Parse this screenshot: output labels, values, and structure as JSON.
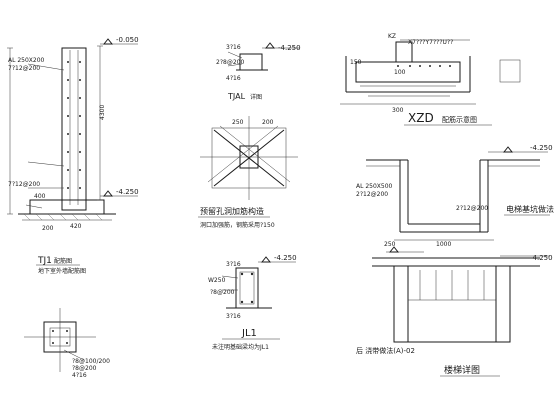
{
  "sheet": {
    "tj1": {
      "top_elev": "-0.050",
      "bottom_elev": "-4.250",
      "rebar_top": "AL 250X200",
      "rebar_mid": "7?12@200",
      "rebar_bot": "7?12@200",
      "dim_width_a": "400",
      "dim_width_b": "420",
      "dim_4300": "4300",
      "dim_200": "200",
      "title": "TJ1",
      "title_note": "配筋图",
      "subtitle": "地下室外墙配筋图"
    },
    "tjal": {
      "rebar_a": "3?16",
      "rebar_b": "2?8@200",
      "rebar_c": "4?16",
      "elev": "-4.250",
      "title": "TJAL",
      "title_note": "详图"
    },
    "xzd": {
      "label_kz": "KZ",
      "label_top": "X7???Y7???U??",
      "dim_150": "150",
      "dim_100": "100",
      "dim_300": "300",
      "title": "XZD",
      "title_note": "配筋示意图"
    },
    "hole": {
      "title": "预留孔洞加筋构造",
      "note": "洞口加强筋，钢筋采用?150",
      "dim_250": "250",
      "dim_200": "200"
    },
    "pit": {
      "elev": "-4.250",
      "rebar_a": "AL 250X500",
      "rebar_b": "2?12@200",
      "rebar_c": "2?12@200",
      "dim_250": "250",
      "dim_1000": "1000",
      "title": "电梯基坑做法"
    },
    "jl1": {
      "rebar_top": "3?16",
      "rebar_stir": "?8@200",
      "rebar_side": "W250",
      "rebar_bot": "3?16",
      "elev": "-4.250",
      "title": "JL1",
      "subtitle": "未注明基础梁均为JL1"
    },
    "col": {
      "note_a": "?8@100/200",
      "note_b": "?8@200",
      "note_c": "4?16"
    },
    "sec": {
      "elev": "-4.250",
      "title": "楼梯详图",
      "footer": "后 浇带做法(A)-02"
    }
  }
}
